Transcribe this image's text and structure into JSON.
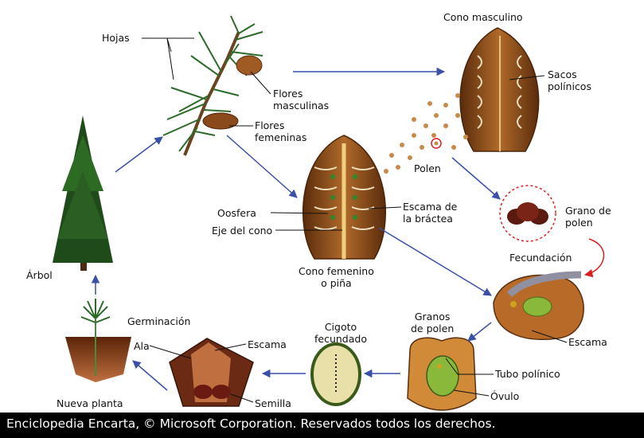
{
  "labels": {
    "hojas": "Hojas",
    "cono_masculino": "Cono masculino",
    "sacos_polinicos": "Sacos\npolínicos",
    "flores_masculinas": "Flores\nmasculinas",
    "flores_femeninas": "Flores\nfemeninas",
    "polen": "Polen",
    "grano_de_polen": "Grano de\npolen",
    "escama_de_la_bractea": "Escama de\nla bráctea",
    "oosfera": "Oosfera",
    "eje_del_cono": "Eje del cono",
    "arbol": "Árbol",
    "cono_femenino": "Cono femenino\no piña",
    "fecundacion": "Fecundación",
    "granos_de_polen": "Granos\nde polen",
    "germinacion": "Germinación",
    "cigoto_fecundado": "Cigoto\nfecundado",
    "ala": "Ala",
    "escama_seed": "Escama",
    "escama_ovule": "Escama",
    "tubo_polinico": "Tubo polínico",
    "ovulo": "Óvulo",
    "nueva_planta": "Nueva planta",
    "semilla": "Semilla"
  },
  "footer": "Enciclopedia Encarta, © Microsoft Corporation. Reservados todos los derechos.",
  "colors": {
    "arrow": "#3a50a8",
    "fertilization_arrow": "#d82020",
    "tree": "#1f4a1a",
    "cone": "#8a4a1c",
    "pollen": "#c88a4a",
    "soil": "#7a3a18"
  }
}
